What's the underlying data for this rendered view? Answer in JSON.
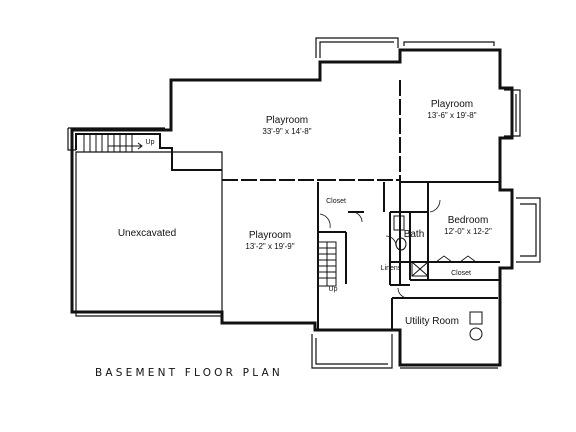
{
  "title": "BASEMENT FLOOR PLAN",
  "rooms": {
    "playroom_main": {
      "name": "Playroom",
      "dims": "33'-9\" x 14'-8\""
    },
    "playroom_right": {
      "name": "Playroom",
      "dims": "13'-6\" x 19'-8\""
    },
    "playroom_left": {
      "name": "Playroom",
      "dims": "13'-2\" x 19'-9\""
    },
    "bedroom": {
      "name": "Bedroom",
      "dims": "12'-0\" x 12-2\""
    },
    "unexcavated": {
      "name": "Unexcavated"
    },
    "bath": {
      "name": "Bath"
    },
    "closet_stair": {
      "name": "Closet"
    },
    "closet_bedroom": {
      "name": "Closet"
    },
    "linens": {
      "name": "Linens"
    },
    "utility": {
      "name": "Utility Room"
    }
  },
  "stairs": {
    "up_top": "Up",
    "up_center": "Up"
  }
}
